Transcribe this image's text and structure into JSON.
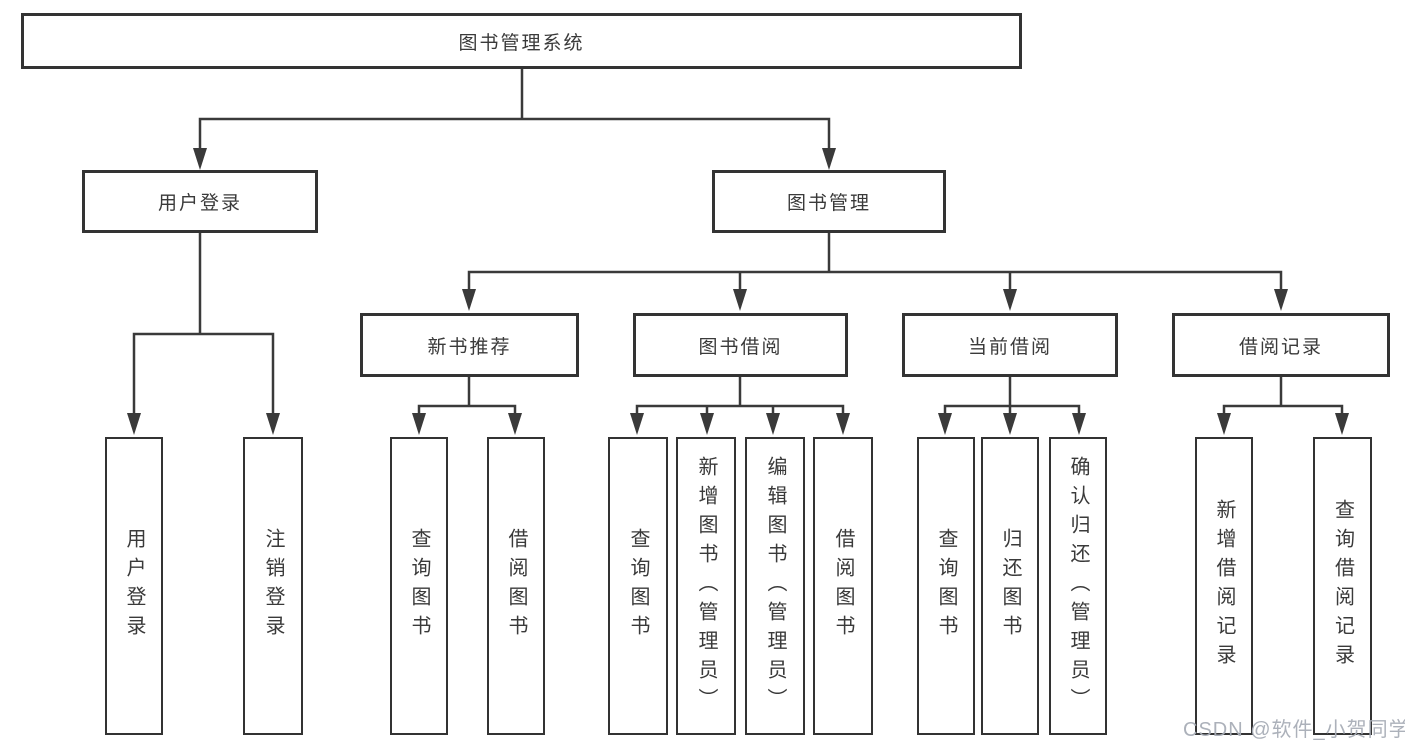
{
  "diagram_type": "hierarchy-chart",
  "colors": {
    "background": "#ffffff",
    "box_border": "#333333",
    "line": "#3a3a3a",
    "text": "#3a3a3a",
    "watermark_text": "#a8adb6"
  },
  "tree": {
    "label": "图书管理系统",
    "children": [
      {
        "label": "用户登录",
        "children": [
          {
            "label": "用户登录"
          },
          {
            "label": "注销登录"
          }
        ]
      },
      {
        "label": "图书管理",
        "children": [
          {
            "label": "新书推荐",
            "children": [
              {
                "label": "查询图书"
              },
              {
                "label": "借阅图书"
              }
            ]
          },
          {
            "label": "图书借阅",
            "children": [
              {
                "label": "查询图书"
              },
              {
                "label": "新增图书（管理员）"
              },
              {
                "label": "编辑图书（管理员）"
              },
              {
                "label": "借阅图书"
              }
            ]
          },
          {
            "label": "当前借阅",
            "children": [
              {
                "label": "查询图书"
              },
              {
                "label": "归还图书"
              },
              {
                "label": "确认归还（管理员）"
              }
            ]
          },
          {
            "label": "借阅记录",
            "children": [
              {
                "label": "新增借阅记录"
              },
              {
                "label": "查询借阅记录"
              }
            ]
          }
        ]
      }
    ]
  },
  "watermark": "CSDN @软件_小贺同学"
}
